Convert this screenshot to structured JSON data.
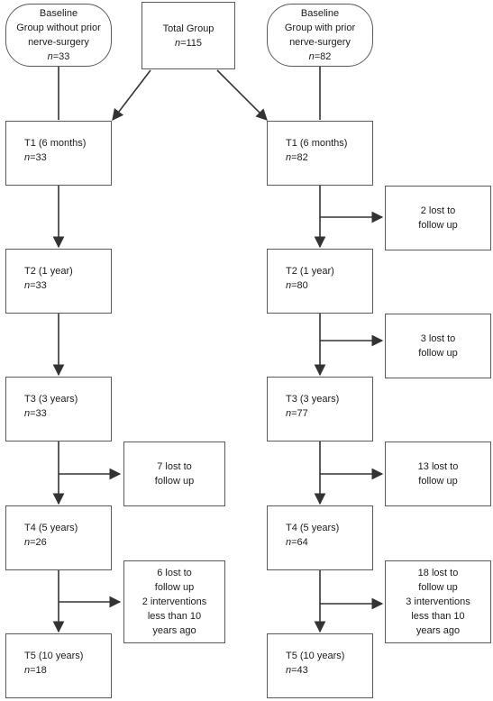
{
  "nodes": {
    "baseline_left": {
      "lines": [
        "Baseline",
        "Group without prior",
        "nerve-surgery"
      ],
      "n_label": "n",
      "n_value": "=33"
    },
    "total": {
      "lines": [
        "Total Group"
      ],
      "n_label": "n",
      "n_value": "=115"
    },
    "baseline_right": {
      "lines": [
        "Baseline",
        "Group with prior",
        "nerve-surgery"
      ],
      "n_label": "n",
      "n_value": "=82"
    },
    "l_t1": {
      "lines": [
        "T1 (6 months)"
      ],
      "n_label": "n",
      "n_value": "=33"
    },
    "l_t2": {
      "lines": [
        "T2 (1 year)"
      ],
      "n_label": "n",
      "n_value": "=33"
    },
    "l_t3": {
      "lines": [
        "T3 (3 years)"
      ],
      "n_label": "n",
      "n_value": "=33"
    },
    "l_t4": {
      "lines": [
        "T4 (5 years)"
      ],
      "n_label": "n",
      "n_value": "=26"
    },
    "l_t5": {
      "lines": [
        "T5 (10 years)"
      ],
      "n_label": "n",
      "n_value": "=18"
    },
    "r_t1": {
      "lines": [
        "T1 (6 months)"
      ],
      "n_label": "n",
      "n_value": "=82"
    },
    "r_t2": {
      "lines": [
        "T2 (1 year)"
      ],
      "n_label": "n",
      "n_value": "=80"
    },
    "r_t3": {
      "lines": [
        "T3 (3 years)"
      ],
      "n_label": "n",
      "n_value": "=77"
    },
    "r_t4": {
      "lines": [
        "T4 (5 years)"
      ],
      "n_label": "n",
      "n_value": "=64"
    },
    "r_t5": {
      "lines": [
        "T5 (10 years)"
      ],
      "n_label": "n",
      "n_value": "=43"
    },
    "l_loss_34": {
      "lines": [
        "7 lost to",
        "follow up"
      ]
    },
    "l_loss_45": {
      "lines": [
        "6 lost to",
        "follow up",
        "2 interventions",
        "less than 10",
        "years ago"
      ]
    },
    "r_loss_12": {
      "lines": [
        "2  lost to",
        "follow up"
      ]
    },
    "r_loss_23": {
      "lines": [
        "3  lost to",
        "follow up"
      ]
    },
    "r_loss_34": {
      "lines": [
        "13 lost to",
        "follow up"
      ]
    },
    "r_loss_45": {
      "lines": [
        "18 lost to",
        "follow up",
        "3 interventions",
        "less than 10",
        "years ago"
      ]
    }
  },
  "colors": {
    "line": "#333333",
    "border": "#5a5a5a",
    "text": "#1a1a1a",
    "background": "#ffffff"
  }
}
